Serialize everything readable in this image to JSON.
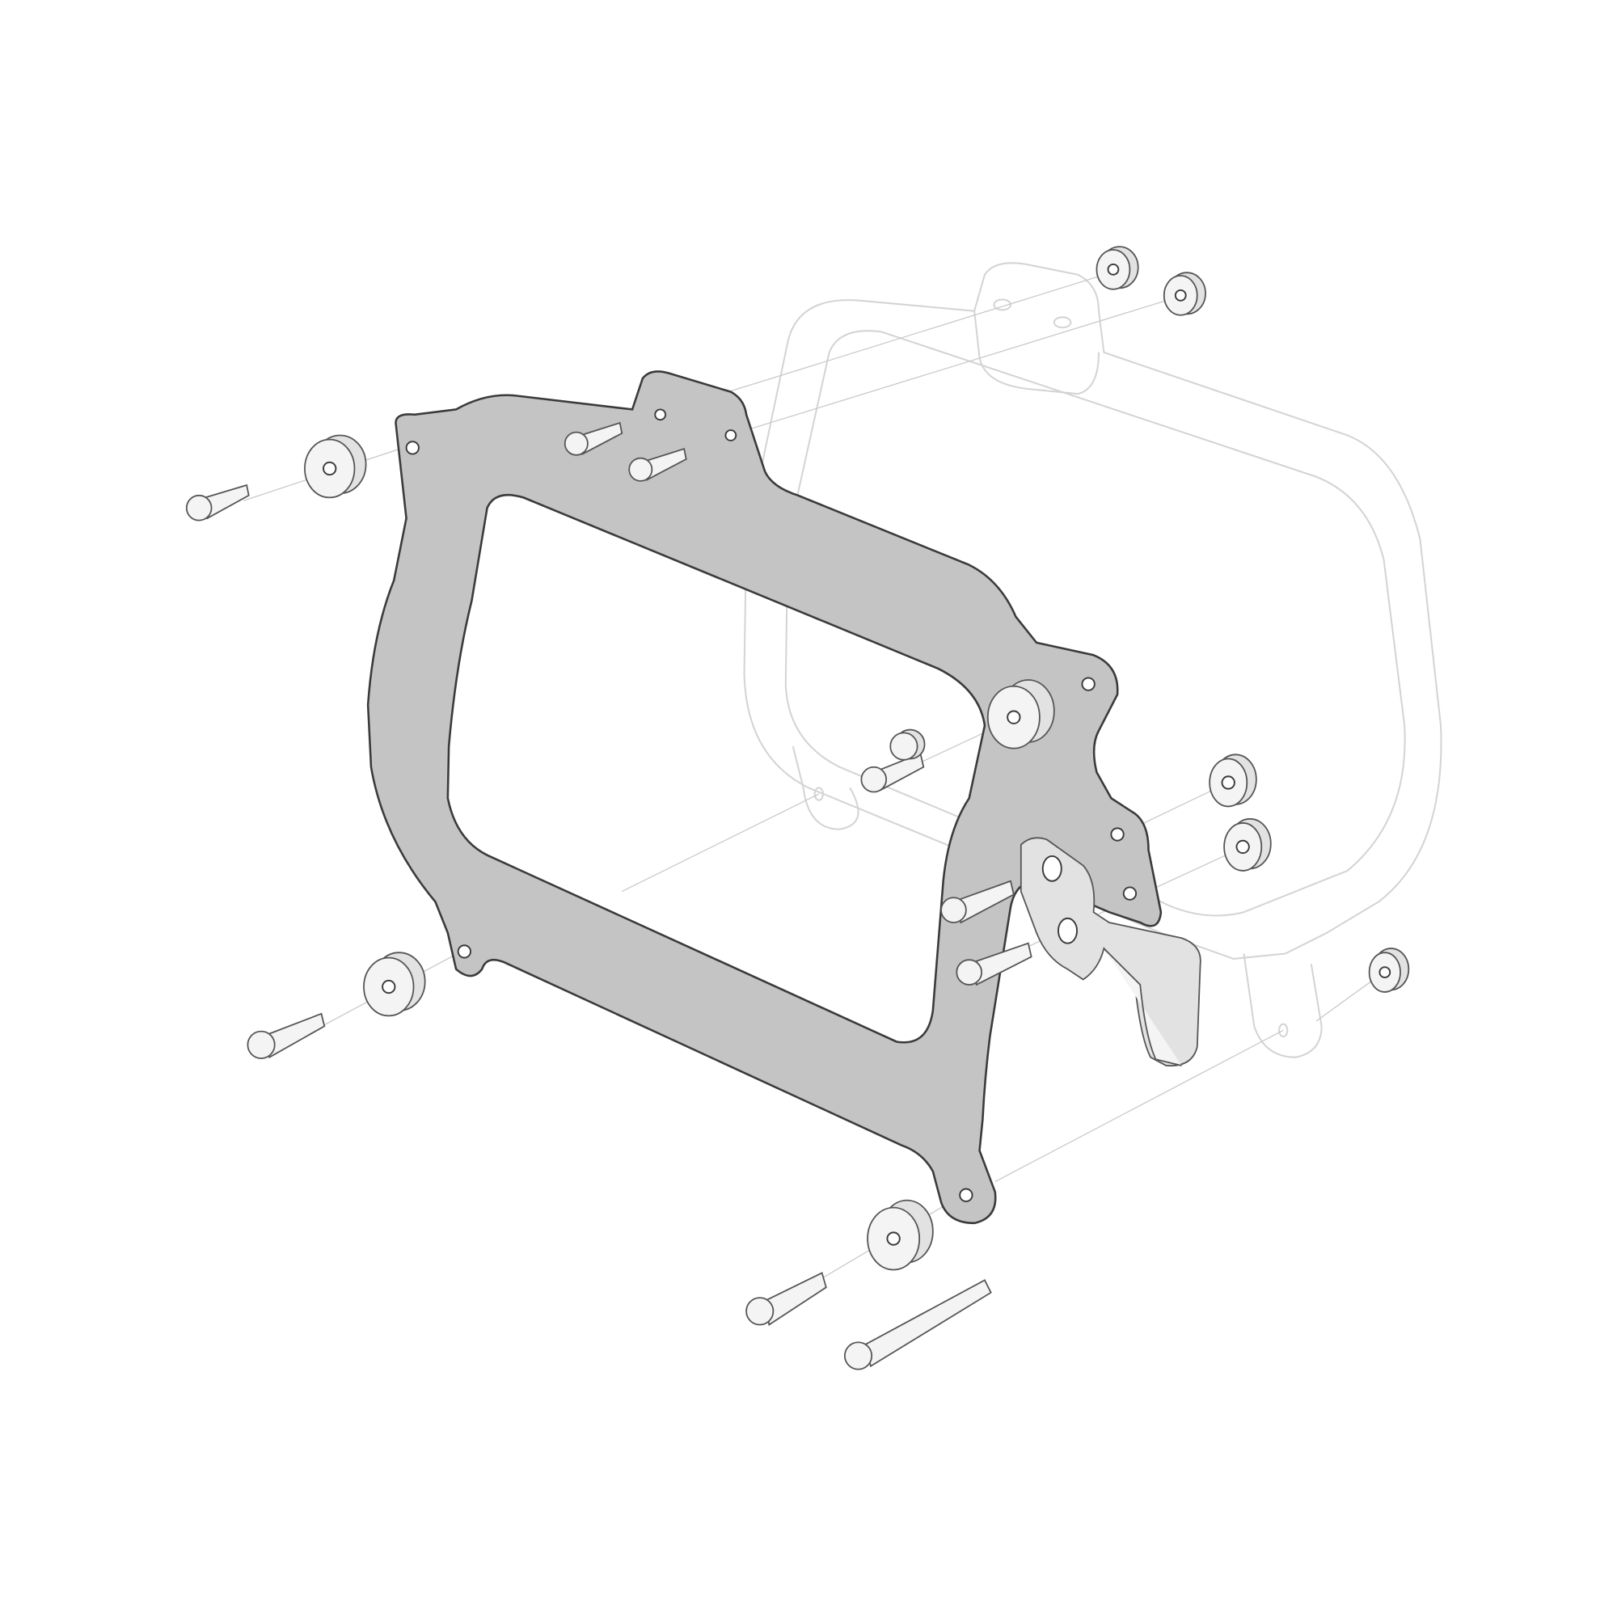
{
  "diagram": {
    "type": "exploded-assembly",
    "colors": {
      "plate": "#c4c4c4",
      "outline": "#3a3a3a",
      "ghost": "#d4d4d4",
      "background": "#ffffff"
    },
    "parts": [
      "mounting-plate",
      "spacer",
      "bolt",
      "nut",
      "support-bracket",
      "case-outline"
    ]
  }
}
